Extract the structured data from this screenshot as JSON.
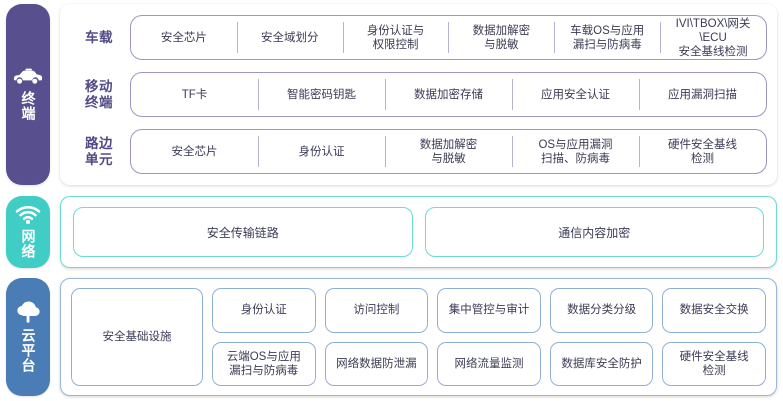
{
  "layers": [
    {
      "key": "terminal",
      "tab_label": "终端",
      "tab_icon": "car-icon",
      "tab_color": "#58508e",
      "rows": [
        {
          "label": "车载",
          "items": [
            "安全芯片",
            "安全域划分",
            "身份认证与\n权限控制",
            "数据加解密\n与脱敏",
            "车载OS与应用\n漏扫与防病毒",
            "IVI\\TBOX\\网关\\ECU\n安全基线检测"
          ]
        },
        {
          "label": "移动\n终端",
          "items": [
            "TF卡",
            "智能密码钥匙",
            "数据加密存储",
            "应用安全认证",
            "应用漏洞扫描"
          ]
        },
        {
          "label": "路边\n单元",
          "items": [
            "安全芯片",
            "身份认证",
            "数据加解密\n与脱敏",
            "OS与应用漏洞\n扫描、防病毒",
            "硬件安全基线\n检测"
          ]
        }
      ]
    },
    {
      "key": "network",
      "tab_label": "网络",
      "tab_icon": "wifi-icon",
      "tab_color": "#3fcdc6",
      "cards": [
        "安全传输链路",
        "通信内容加密"
      ]
    },
    {
      "key": "cloud",
      "tab_label": "云平台",
      "tab_icon": "cloud-tree-icon",
      "tab_color": "#4a7db5",
      "wide_card": "安全基础设施",
      "columns": [
        [
          "身份认证",
          "云端OS与应用\n漏扫与防病毒"
        ],
        [
          "访问控制",
          "网络数据防泄漏"
        ],
        [
          "集中管控与审计",
          "网络流量监测"
        ],
        [
          "数据分类分级",
          "数据库安全防护"
        ],
        [
          "数据安全交换",
          "硬件安全基线\n检测"
        ]
      ]
    }
  ]
}
